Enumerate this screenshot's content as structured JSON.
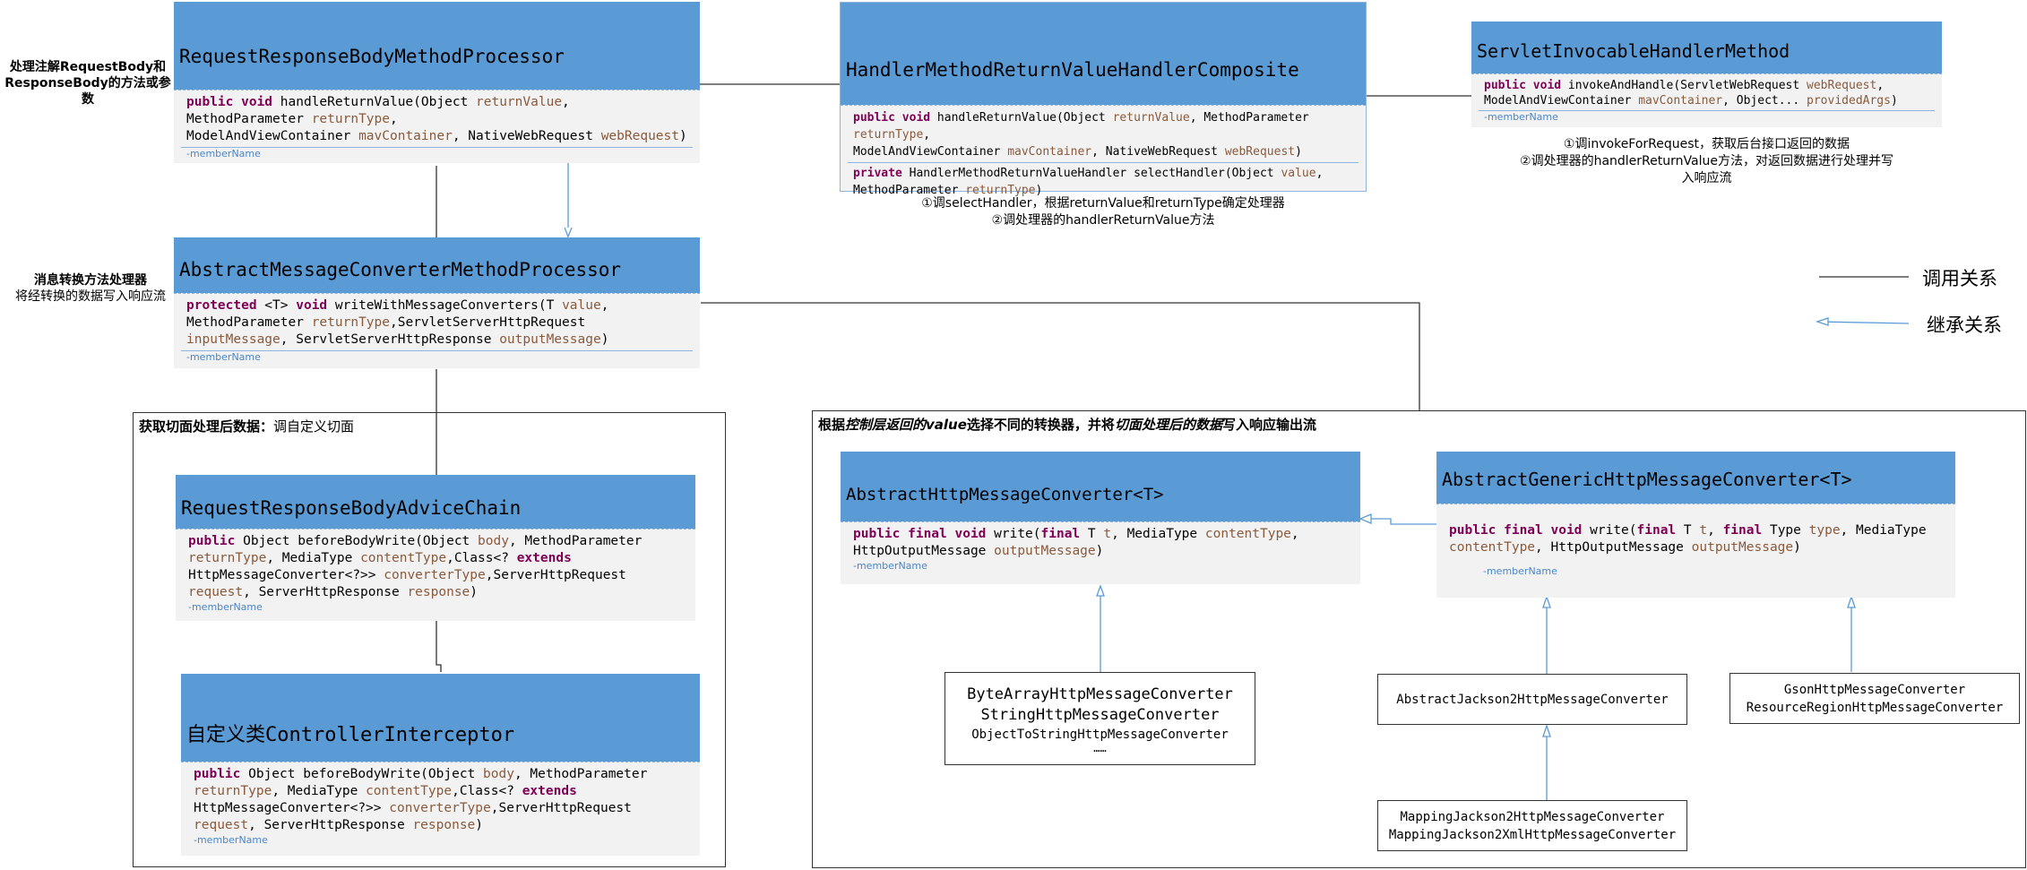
{
  "side_labels": {
    "processor_note_bold": "处理注解RequestBody和ResponseBody的方法或参数",
    "converter_note_bold": "消息转换方法处理器",
    "converter_note_text": "将经转换的数据写入响应流"
  },
  "classes": {
    "rrbmp": {
      "title": "RequestResponseBodyMethodProcessor",
      "l1a": "public void",
      "l1b": " handleReturnValue(Object ",
      "l1c": "returnValue",
      "l1d": ",",
      "l2a": "MethodParameter ",
      "l2b": "returnType",
      "l2c": ",",
      "l3a": "ModelAndViewContainer ",
      "l3b": "mavContainer",
      "l3c": ", NativeWebRequest ",
      "l3d": "webRequest",
      "l3e": ")",
      "member": "-memberName"
    },
    "composite": {
      "title": "HandlerMethodReturnValueHandlerComposite",
      "l1a": "public void",
      "l1b": " handleReturnValue(Object ",
      "l1c": "returnValue",
      "l1d": ", MethodParameter ",
      "l1e": "returnType",
      "l1f": ",",
      "l2a": "ModelAndViewContainer ",
      "l2b": "mavContainer",
      "l2c": ", NativeWebRequest ",
      "l2d": "webRequest",
      "l2e": ")",
      "l3a": "private",
      "l3b": " HandlerMethodReturnValueHandler selectHandler(Object ",
      "l3c": "value",
      "l3d": ",",
      "l4a": "MethodParameter ",
      "l4b": "returnType",
      "l4c": ")"
    },
    "servlet": {
      "title": "ServletInvocableHandlerMethod",
      "l1a": "public void",
      "l1b": " invokeAndHandle(ServletWebRequest ",
      "l1c": "webRequest",
      "l1d": ",",
      "l2a": "ModelAndViewContainer ",
      "l2b": "mavContainer",
      "l2c": ", Object... ",
      "l2d": "providedArgs",
      "l2e": ")",
      "member": "-memberName"
    },
    "amcmp": {
      "title": "AbstractMessageConverterMethodProcessor",
      "l1a": "protected",
      "l1b": " <T> ",
      "l1c": "void",
      "l1d": " writeWithMessageConverters(T ",
      "l1e": "value",
      "l1f": ",",
      "l2a": "MethodParameter ",
      "l2b": "returnType",
      "l2c": ",ServletServerHttpRequest",
      "l3a": "inputMessage",
      "l3b": ", ServletServerHttpResponse ",
      "l3c": "outputMessage",
      "l3d": ")",
      "member": "-memberName"
    },
    "advice": {
      "title": "RequestResponseBodyAdviceChain",
      "l1a": "public",
      "l1b": " Object beforeBodyWrite(Object ",
      "l1c": "body",
      "l1d": ", MethodParameter",
      "l2a": "returnType",
      "l2b": ", MediaType ",
      "l2c": "contentType",
      "l2d": ",Class<? ",
      "l2e": "extends",
      "l3a": "HttpMessageConverter<?>> ",
      "l3b": "converterType",
      "l3c": ",ServerHttpRequest",
      "l4a": "request",
      "l4b": ", ServerHttpResponse ",
      "l4c": "response",
      "l4d": ")",
      "member": "-memberName"
    },
    "custom": {
      "title": "自定义类ControllerInterceptor",
      "l1a": "public",
      "l1b": " Object beforeBodyWrite(Object ",
      "l1c": "body",
      "l1d": ", MethodParameter",
      "l2a": "returnType",
      "l2b": ", MediaType ",
      "l2c": "contentType",
      "l2d": ",Class<? ",
      "l2e": "extends",
      "l3a": "HttpMessageConverter<?>> ",
      "l3b": "converterType",
      "l3c": ",ServerHttpRequest",
      "l4a": "request",
      "l4b": ", ServerHttpResponse ",
      "l4c": "response",
      "l4d": ")",
      "member": "-memberName"
    },
    "ahmc": {
      "title": "AbstractHttpMessageConverter<T>",
      "l1a": "public final void",
      "l1b": " write(",
      "l1c": "final",
      "l1d": " T ",
      "l1e": "t",
      "l1f": ", MediaType ",
      "l1g": "contentType",
      "l1h": ",",
      "l2a": "HttpOutputMessage ",
      "l2b": "outputMessage",
      "l2c": ")",
      "member": "-memberName"
    },
    "aghmc": {
      "title": "AbstractGenericHttpMessageConverter<T>",
      "l1a": "public final void",
      "l1b": " write(",
      "l1c": "final",
      "l1d": " T ",
      "l1e": "t",
      "l1f": ", ",
      "l1g": "final",
      "l1h": " Type ",
      "l1i": "type",
      "l1j": ", MediaType",
      "l2a": "contentType",
      "l2b": ", HttpOutputMessage ",
      "l2c": "outputMessage",
      "l2d": ")",
      "member": "-memberName"
    }
  },
  "notes": {
    "composite_1": "①调selectHandler，根据returnValue和returnType确定处理器",
    "composite_2": "②调处理器的handlerReturnValue方法",
    "servlet_1": "①调invokeForRequest，获取后台接口返回的数据",
    "servlet_2": "②调处理器的handlerReturnValue方法，对返回数据进行处理并写",
    "servlet_3": "入响应流"
  },
  "frames": {
    "aspect_bold": "获取切面处理后数据：",
    "aspect_text": "调自定义切面",
    "converter_a": "根据",
    "converter_b": "控制层返回的value",
    "converter_c": "选择不同的转换器，并将",
    "converter_d": "切面处理后的数据",
    "converter_e": "写入响应输出流"
  },
  "plain_boxes": {
    "bytearray_1": "ByteArrayHttpMessageConverter",
    "bytearray_2": "StringHttpMessageConverter",
    "bytearray_3": "ObjectToStringHttpMessageConverter",
    "bytearray_4": "……",
    "jackson_abs": "AbstractJackson2HttpMessageConverter",
    "gson_1": "GsonHttpMessageConverter",
    "gson_2": "ResourceRegionHttpMessageConverter",
    "mapping_1": "MappingJackson2HttpMessageConverter",
    "mapping_2": "MappingJackson2XmlHttpMessageConverter"
  },
  "legend": {
    "call": "调用关系",
    "inherit": "继承关系"
  },
  "colors": {
    "header": "#5b9bd5",
    "body": "#f2f2f2",
    "keyword": "#7f0055",
    "param": "#8a5a3c",
    "inherit_line": "#5b9bd5"
  }
}
